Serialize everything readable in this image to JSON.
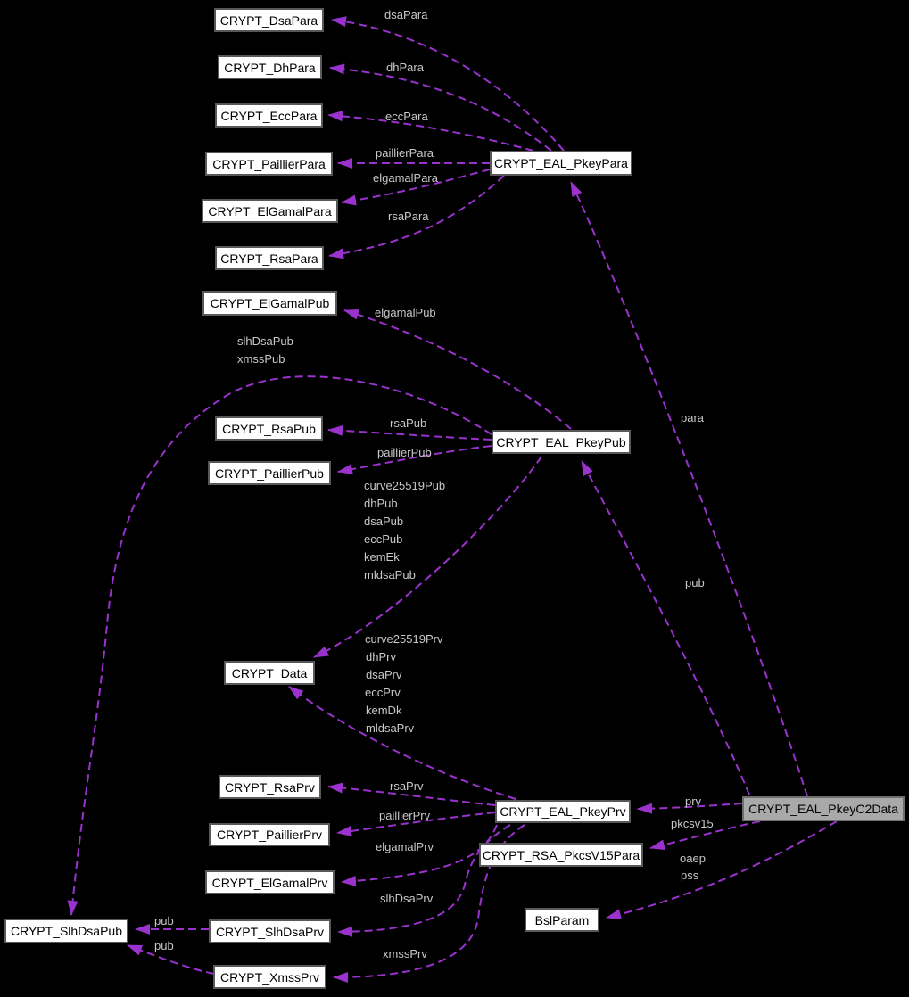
{
  "colors": {
    "background": "#000000",
    "edge_color": "#9a32cd",
    "node_fill": "#ffffff",
    "node_border": "#585858",
    "node_text": "#000000",
    "highlight_fill": "#a9a9a9",
    "highlight_border": "#6e6e6e",
    "elabel": "#c8c8c8"
  },
  "nodes": [
    {
      "id": "dsa-para",
      "label": "CRYPT_DsaPara"
    },
    {
      "id": "dh-para",
      "label": "CRYPT_DhPara"
    },
    {
      "id": "ecc-para",
      "label": "CRYPT_EccPara"
    },
    {
      "id": "paillier-para",
      "label": "CRYPT_PaillierPara"
    },
    {
      "id": "elgamal-para",
      "label": "CRYPT_ElGamalPara"
    },
    {
      "id": "rsa-para",
      "label": "CRYPT_RsaPara"
    },
    {
      "id": "elgamal-pub",
      "label": "CRYPT_ElGamalPub"
    },
    {
      "id": "rsa-pub",
      "label": "CRYPT_RsaPub"
    },
    {
      "id": "paillier-pub",
      "label": "CRYPT_PaillierPub"
    },
    {
      "id": "eal-pkey-para",
      "label": "CRYPT_EAL_PkeyPara"
    },
    {
      "id": "eal-pkey-pub",
      "label": "CRYPT_EAL_PkeyPub"
    },
    {
      "id": "data",
      "label": "CRYPT_Data"
    },
    {
      "id": "rsa-prv",
      "label": "CRYPT_RsaPrv"
    },
    {
      "id": "paillier-prv",
      "label": "CRYPT_PaillierPrv"
    },
    {
      "id": "elgamal-prv",
      "label": "CRYPT_ElGamalPrv"
    },
    {
      "id": "eal-pkey-prv",
      "label": "CRYPT_EAL_PkeyPrv"
    },
    {
      "id": "rsa-pkcsv15-para",
      "label": "CRYPT_RSA_PkcsV15Para"
    },
    {
      "id": "bsl-param",
      "label": "BslParam"
    },
    {
      "id": "slhdsa-pub",
      "label": "CRYPT_SlhDsaPub"
    },
    {
      "id": "slhdsa-prv",
      "label": "CRYPT_SlhDsaPrv"
    },
    {
      "id": "xmss-prv",
      "label": "CRYPT_XmssPrv"
    },
    {
      "id": "eal-pkey-c2data",
      "label": "CRYPT_EAL_PkeyC2Data",
      "highlighted": true
    }
  ],
  "edge_labels": [
    {
      "text": "dsaPara"
    },
    {
      "text": "dhPara"
    },
    {
      "text": "eccPara"
    },
    {
      "text": "paillierPara"
    },
    {
      "text": "elgamalPara"
    },
    {
      "text": "rsaPara"
    },
    {
      "text": "para"
    },
    {
      "text": "elgamalPub"
    },
    {
      "text": "slhDsaPub"
    },
    {
      "text": "xmssPub"
    },
    {
      "text": "rsaPub"
    },
    {
      "text": "paillierPub"
    },
    {
      "text": "curve25519Pub"
    },
    {
      "text": "dhPub"
    },
    {
      "text": "dsaPub"
    },
    {
      "text": "eccPub"
    },
    {
      "text": "kemEk"
    },
    {
      "text": "mldsaPub"
    },
    {
      "text": "pub"
    },
    {
      "text": "curve25519Prv"
    },
    {
      "text": "dhPrv"
    },
    {
      "text": "dsaPrv"
    },
    {
      "text": "eccPrv"
    },
    {
      "text": "kemDk"
    },
    {
      "text": "mldsaPrv"
    },
    {
      "text": "rsaPrv"
    },
    {
      "text": "paillierPrv"
    },
    {
      "text": "elgamalPrv"
    },
    {
      "text": "slhDsaPrv"
    },
    {
      "text": "xmssPrv"
    },
    {
      "text": "prv"
    },
    {
      "text": "pkcsv15"
    },
    {
      "text": "oaep"
    },
    {
      "text": "pss"
    },
    {
      "text": "pub"
    },
    {
      "text": "pub"
    }
  ]
}
